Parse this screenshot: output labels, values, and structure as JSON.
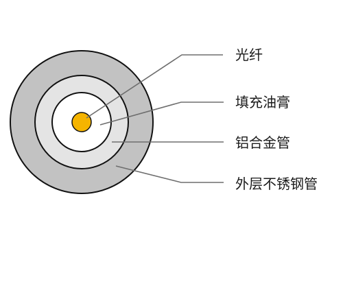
{
  "diagram": {
    "layers": [
      {
        "id": "fiber",
        "label": "光纤",
        "color": "#f5b400"
      },
      {
        "id": "filler",
        "label": "填充油膏",
        "color": "#ffffff"
      },
      {
        "id": "aluminum",
        "label": "铝合金管",
        "color": "#e4e4e4"
      },
      {
        "id": "steel",
        "label": "外层不锈钢管",
        "color": "#c2c2c2"
      }
    ],
    "outline_color": "#111111",
    "leader_color": "#6e6e6e"
  }
}
